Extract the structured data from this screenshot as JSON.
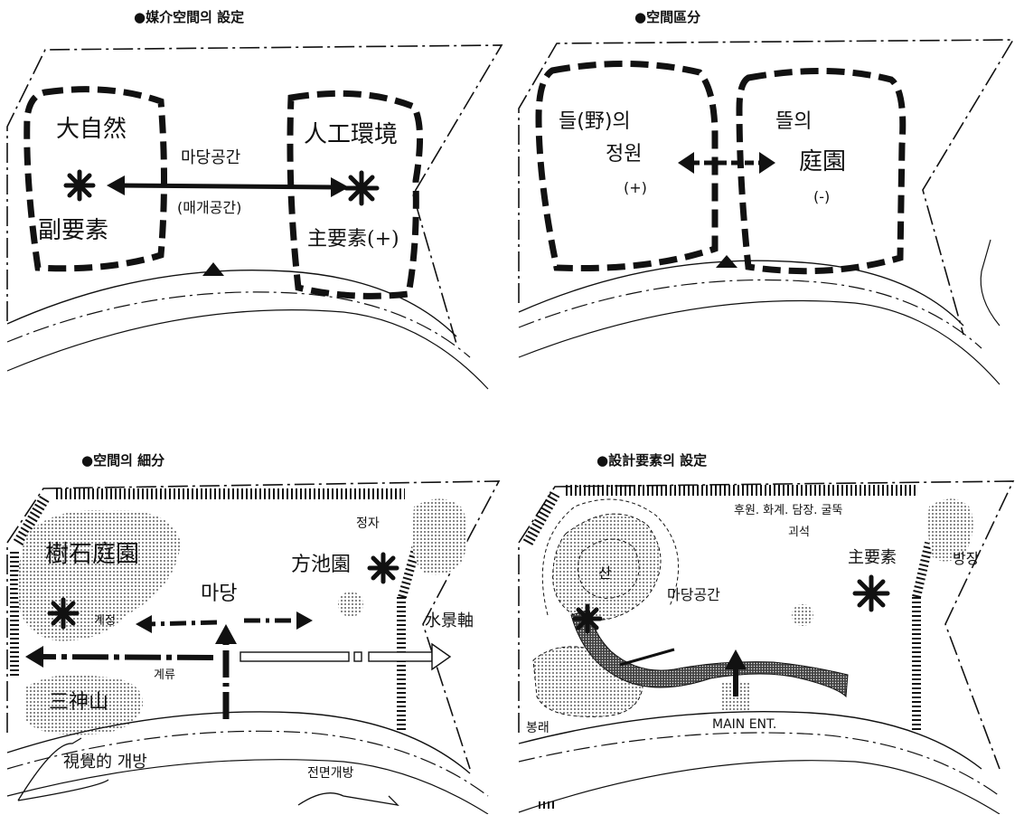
{
  "panel1": {
    "title": "●媒介空間의 設定",
    "left_zone_top": "大自然",
    "left_zone_bottom": "副要素",
    "right_zone_top": "人工環境",
    "right_zone_bottom": "主要素(+)",
    "center_label": "마당공간",
    "center_sublabel": "(매개공간)"
  },
  "panel2": {
    "title": "●空間區分",
    "left_zone_line1": "들(野)의",
    "left_zone_line2": "정원",
    "left_zone_sign": "(+)",
    "right_zone_line1": "뜰의",
    "right_zone_line2": "庭園",
    "right_zone_sign": "(-)"
  },
  "panel3": {
    "title": "●空間의 細分",
    "garden_left": "樹石庭園",
    "garden_right": "方池園",
    "center": "마당",
    "pavilion_label": "정자",
    "water_label": "水景軸",
    "bottom_left_mountain": "三神山",
    "arrow_small_label": "계정",
    "arrow_lower_label": "계류",
    "view_open": "視覺的 개방",
    "front_open": "전면개방"
  },
  "panel4": {
    "title": "●設計要素의 設定",
    "top_right_list_line1": "후원. 화계. 담장. 굴뚝",
    "top_right_list_line2": "괴석",
    "main_element": "主要素",
    "plaza": "방장",
    "courtyard": "마당공간",
    "hill": "산",
    "mound": "봉래",
    "entrance": "MAIN ENT."
  }
}
